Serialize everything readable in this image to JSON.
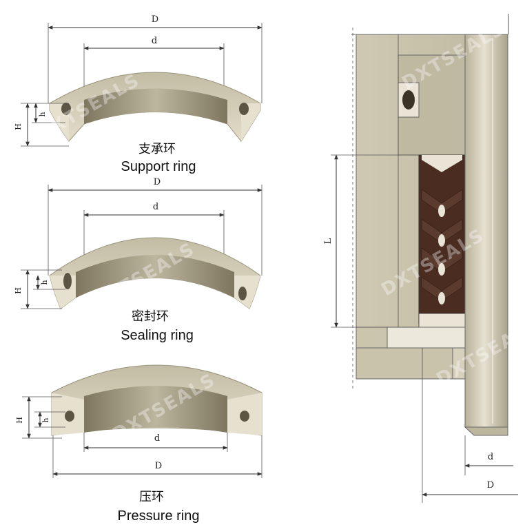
{
  "colors": {
    "ring_light": "#d8d2be",
    "ring_mid": "#b9b29b",
    "ring_dark": "#8f8770",
    "ring_shadow": "#6f6753",
    "packing_dark": "#4a2c21",
    "packing_light": "#e9e4d6",
    "housing": "#cbc5ae",
    "rod": "#d9d3bf"
  },
  "support_ring": {
    "caption_cn": "支承环",
    "caption_en": "Support ring",
    "dim_D": "D",
    "dim_d": "d",
    "dim_H": "H",
    "dim_h": "h"
  },
  "sealing_ring": {
    "caption_cn": "密封环",
    "caption_en": "Sealing ring",
    "dim_D": "D",
    "dim_d": "d",
    "dim_H": "H",
    "dim_h": "h"
  },
  "pressure_ring": {
    "caption_cn": "压环",
    "caption_en": "Pressure ring",
    "dim_D": "D",
    "dim_d": "d",
    "dim_H": "H",
    "dim_h": "h"
  },
  "assembly": {
    "dim_L": "L",
    "dim_d": "d",
    "dim_D": "D"
  },
  "watermark": "DXTSEALS"
}
